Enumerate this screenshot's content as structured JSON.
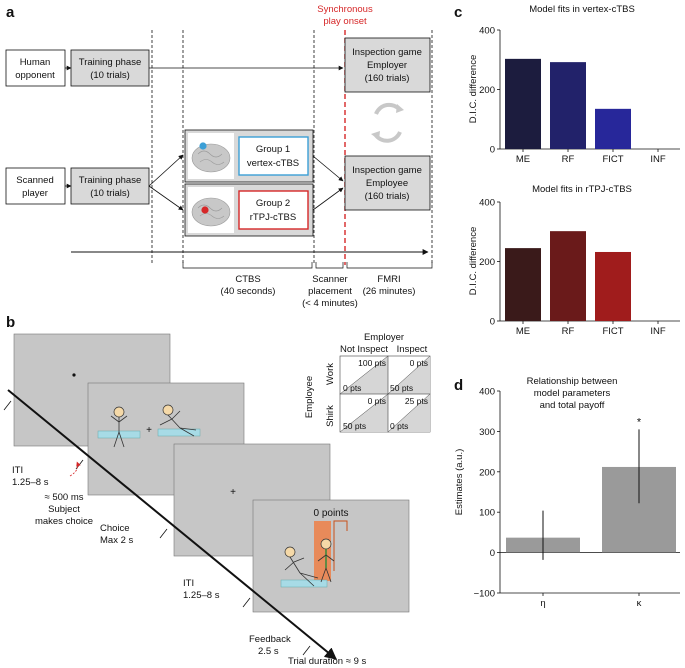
{
  "panel_a": {
    "letter": "a",
    "onset_line1": "Synchronous",
    "onset_line2": "play onset",
    "human_line1": "Human",
    "human_line2": "opponent",
    "scanned_line1": "Scanned",
    "scanned_line2": "player",
    "training_line1": "Training phase",
    "training_line2": "(10 trials)",
    "group1_line1": "Group 1",
    "group1_line2": "vertex-cTBS",
    "group2_line1": "Group 2",
    "group2_line2": "rTPJ-cTBS",
    "insp_employer_line1": "Inspection game",
    "insp_employer_line2": "Employer",
    "insp_employer_line3": "(160 trials)",
    "insp_employee_line1": "Inspection game",
    "insp_employee_line2": "Employee",
    "insp_employee_line3": "(160 trials)",
    "phase_ctbs_1": "CTBS",
    "phase_ctbs_2": "(40 seconds)",
    "phase_scanner_1": "Scanner",
    "phase_scanner_2": "placement",
    "phase_scanner_3": "(< 4 minutes)",
    "phase_fmri_1": "FMRI",
    "phase_fmri_2": "(26 minutes)",
    "colors": {
      "onset": "#d62728",
      "group1": "#3b9fd6",
      "group2": "#d62728",
      "box": "#d9d9d9"
    }
  },
  "panel_b": {
    "letter": "b",
    "matrix_employer": "Employer",
    "matrix_not_inspect": "Not Inspect",
    "matrix_inspect": "Inspect",
    "matrix_employee": "Employee",
    "matrix_work": "Work",
    "matrix_shirk": "Shirk",
    "cells": {
      "work_not_top": "100 pts",
      "work_not_bottom": "0 pts",
      "work_insp_top": "0 pts",
      "work_insp_bottom": "50 pts",
      "shirk_not_top": "0 pts",
      "shirk_not_bottom": "50 pts",
      "shirk_insp_top": "25 pts",
      "shirk_insp_bottom": "0 pts"
    },
    "iti1_line1": "ITI",
    "iti1_line2": "1.25–8 s",
    "ms_line1": "≈ 500 ms",
    "ms_line2": "Subject",
    "ms_line3": "makes choice",
    "choice_line1": "Choice",
    "choice_line2": "Max 2 s",
    "iti2_line1": "ITI",
    "iti2_line2": "1.25–8 s",
    "feedback_line1": "Feedback",
    "feedback_line2": "2.5 s",
    "trial_duration": "Trial duration ≈ 9 s",
    "feedback_points": "0 points",
    "fixation": "+"
  },
  "panel_c": {
    "letter": "c",
    "ylabel": "D.I.C. difference",
    "charts": [
      {
        "title": "Model fits in vertex-cTBS"
      },
      {
        "title": "Model fits in rTPJ-cTBS"
      }
    ]
  },
  "panel_d": {
    "letter": "d",
    "title_line1": "Relationship between",
    "title_line2": "model parameters",
    "title_line3": "and total payoff",
    "ylabel": "Estimates (a.u.)",
    "significance": "*"
  },
  "chart_data": [
    {
      "type": "bar",
      "title": "Model fits in vertex-cTBS",
      "ylabel": "D.I.C. difference",
      "categories": [
        "ME",
        "RF",
        "FICT",
        "INF"
      ],
      "values": [
        303,
        292,
        135,
        0
      ],
      "ylim": [
        0,
        400
      ],
      "yticks": [
        "0",
        "200",
        "400"
      ],
      "colors": [
        "#1c1c3e",
        "#22226a",
        "#27279a",
        "#27279a"
      ]
    },
    {
      "type": "bar",
      "title": "Model fits in rTPJ-cTBS",
      "ylabel": "D.I.C. difference",
      "categories": [
        "ME",
        "RF",
        "FICT",
        "INF"
      ],
      "values": [
        245,
        302,
        232,
        0
      ],
      "ylim": [
        0,
        400
      ],
      "yticks": [
        "0",
        "200",
        "400"
      ],
      "colors": [
        "#3a1a1a",
        "#6a1a1a",
        "#a01c1c",
        "#a01c1c"
      ]
    },
    {
      "type": "bar",
      "title": "Relationship between model parameters and total payoff",
      "ylabel": "Estimates (a.u.)",
      "categories": [
        "η",
        "κ"
      ],
      "values": [
        37,
        212
      ],
      "errors_low": [
        -18,
        122
      ],
      "errors_high": [
        104,
        305
      ],
      "ylim": [
        -100,
        400
      ],
      "yticks": [
        "−100",
        "0",
        "100",
        "200",
        "300",
        "400"
      ],
      "color": "#9a9a9a"
    }
  ]
}
